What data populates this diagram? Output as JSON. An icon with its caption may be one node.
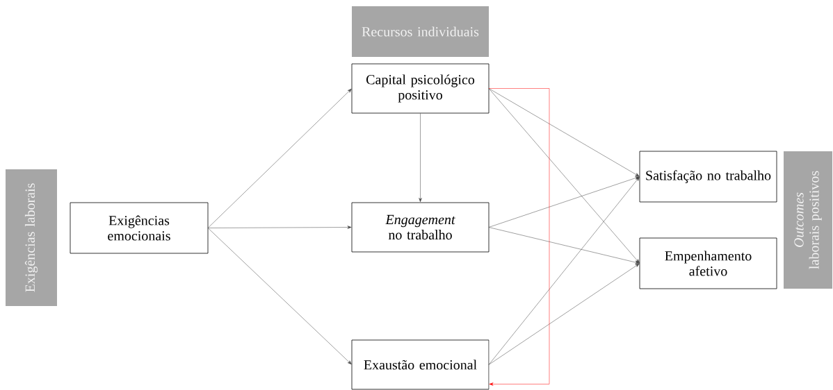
{
  "diagram": {
    "nodes": [
      {
        "text": [
          "Exigências laborais"
        ]
      },
      {
        "text": [
          "Recursos individuais"
        ]
      },
      {
        "text": [
          "Capital psicológico positivo"
        ]
      },
      {
        "text": [
          "Exigências emocionais"
        ]
      },
      {
        "text": [
          "*Engagement* no trabalho"
        ]
      },
      {
        "text": [
          "Exaustão emocional"
        ]
      },
      {
        "text": [
          "Satisfação no trabalho"
        ]
      },
      {
        "text": [
          "Empenhamento afetivo"
        ]
      },
      {
        "text": [
          "*Outcomes* laborais positivos"
        ]
      }
    ],
    "edges": [
      {
        "from": 3,
        "to": 2,
        "arrow": "to"
      },
      {
        "from": 3,
        "to": 4,
        "arrow": "to"
      },
      {
        "from": 3,
        "to": 5,
        "arrow": "to"
      },
      {
        "from": 2,
        "to": 4,
        "arrow": "to"
      },
      {
        "from": 2,
        "to": 6,
        "arrow": "to"
      },
      {
        "from": 2,
        "to": 7,
        "arrow": "to"
      },
      {
        "from": 4,
        "to": 6,
        "arrow": "to"
      },
      {
        "from": 4,
        "to": 7,
        "arrow": "to"
      },
      {
        "from": 5,
        "to": 6,
        "arrow": "to"
      },
      {
        "from": 5,
        "to": 7,
        "arrow": "to"
      },
      {
        "from": 2,
        "to": 5,
        "arrow": "to",
        "color": "#ff0000"
      }
    ]
  }
}
